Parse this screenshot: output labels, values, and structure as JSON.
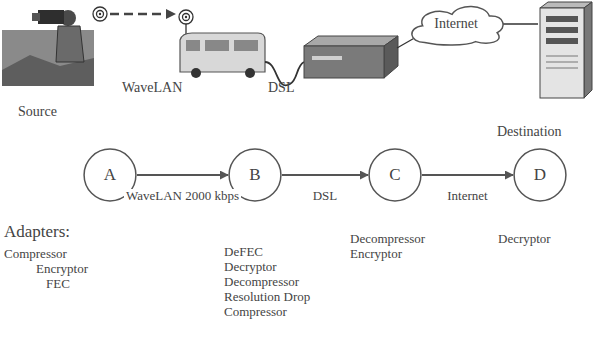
{
  "diagram": {
    "nodes": [
      {
        "text": [
          "Internet"
        ]
      },
      {
        "text": [
          "A"
        ]
      },
      {
        "text": [
          "B"
        ]
      },
      {
        "text": [
          "C"
        ]
      },
      {
        "text": [
          "D"
        ]
      }
    ],
    "edges": [
      {
        "from": 1,
        "to": 2,
        "arrow": "to",
        "label": "WaveLAN 2000 kbps"
      },
      {
        "from": 2,
        "to": 3,
        "arrow": "to",
        "label": "DSL"
      },
      {
        "from": 3,
        "to": 4,
        "arrow": "to",
        "label": "Internet"
      }
    ],
    "labels": [
      "WaveLAN",
      "DSL",
      "Source",
      "Destination",
      "Adapters:",
      "Compressor",
      "Encryptor",
      "FEC",
      "DeFEC",
      "Decryptor",
      "Decompressor",
      "Resolution Drop",
      "Compressor",
      "Decompressor",
      "Encryptor",
      "Decryptor"
    ]
  }
}
